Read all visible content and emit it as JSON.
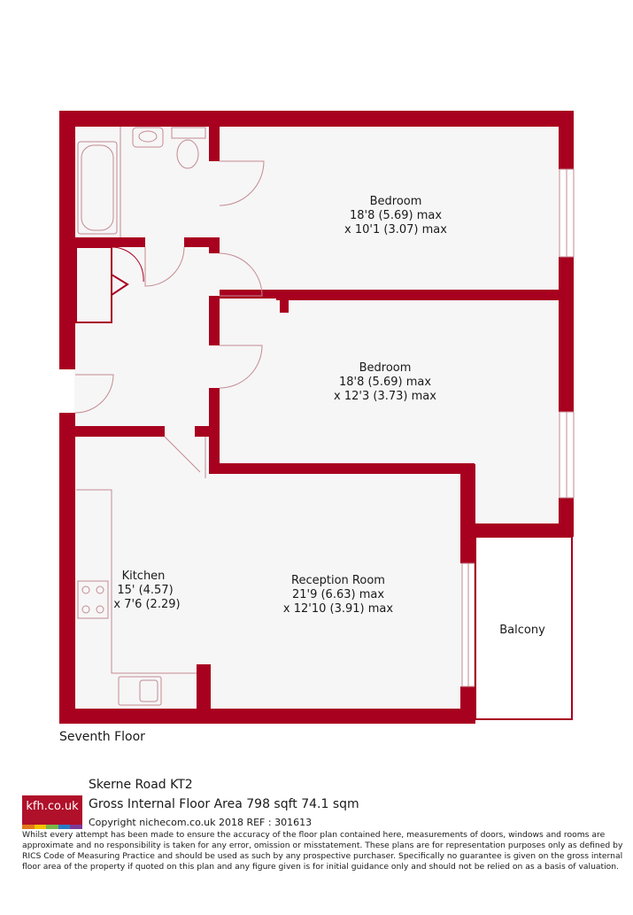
{
  "colors": {
    "wall": "#a8001f",
    "floor": "#f6f6f6",
    "fixture": "#c48a92"
  },
  "rooms": {
    "bedroom1": {
      "name": "Bedroom",
      "dim1": "18'8 (5.69) max",
      "dim2": "x 10'1 (3.07) max"
    },
    "bedroom2": {
      "name": "Bedroom",
      "dim1": "18'8 (5.69) max",
      "dim2": "x 12'3 (3.73) max"
    },
    "kitchen": {
      "name": "Kitchen",
      "dim1": "15' (4.57)",
      "dim2": "x 7'6 (2.29)"
    },
    "reception": {
      "name": "Reception Room",
      "dim1": "21'9 (6.63) max",
      "dim2": "x 12'10 (3.91) max"
    },
    "balcony": {
      "name": "Balcony"
    }
  },
  "floor_label": "Seventh Floor",
  "logo": {
    "text": "kfh.co.uk",
    "bar_colors": [
      "#e37a1b",
      "#f2c200",
      "#7ab648",
      "#2a7cc7",
      "#7a3c97"
    ]
  },
  "address": {
    "line1": "Skerne Road  KT2",
    "line2": "Gross Internal Floor Area 798 sqft 74.1 sqm",
    "line3": "Copyright nichecom.co.uk 2018 REF : 301613"
  },
  "disclaimer": "Whilst every attempt has been made to ensure the accuracy of the floor plan contained here, measurements of doors, windows and rooms are approximate and no responsibility is taken for any error, omission or misstatement.  These plans are for representation purposes only as defined by RICS Code of Measuring Practice and should be used as such by any prospective purchaser.  Specifically no guarantee is given on the gross internal floor area of the property if quoted on this plan and any figure given is for initial guidance only and should not be relied on as a basis of valuation."
}
